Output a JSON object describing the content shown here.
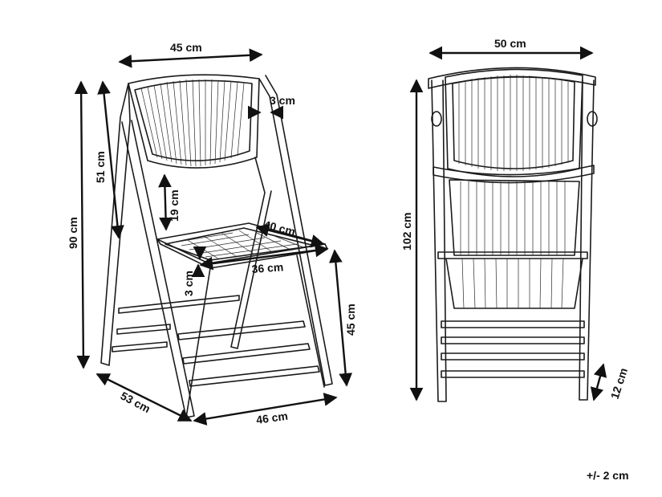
{
  "side_view": {
    "width_top": "45 cm",
    "depth_post": "3 cm",
    "back_height": "51 cm",
    "seat_to_back": "19 cm",
    "total_height": "90 cm",
    "seat_depth_top": "40 cm",
    "seat_width_front": "36 cm",
    "seat_thickness": "3 cm",
    "seat_height": "45 cm",
    "base_depth": "53 cm",
    "base_width": "46 cm"
  },
  "folded_view": {
    "width": "50 cm",
    "height": "102 cm",
    "step_height": "12 cm"
  },
  "tolerance": "+/- 2 cm",
  "colors": {
    "ink": "#1a1a1a",
    "background": "#ffffff"
  }
}
